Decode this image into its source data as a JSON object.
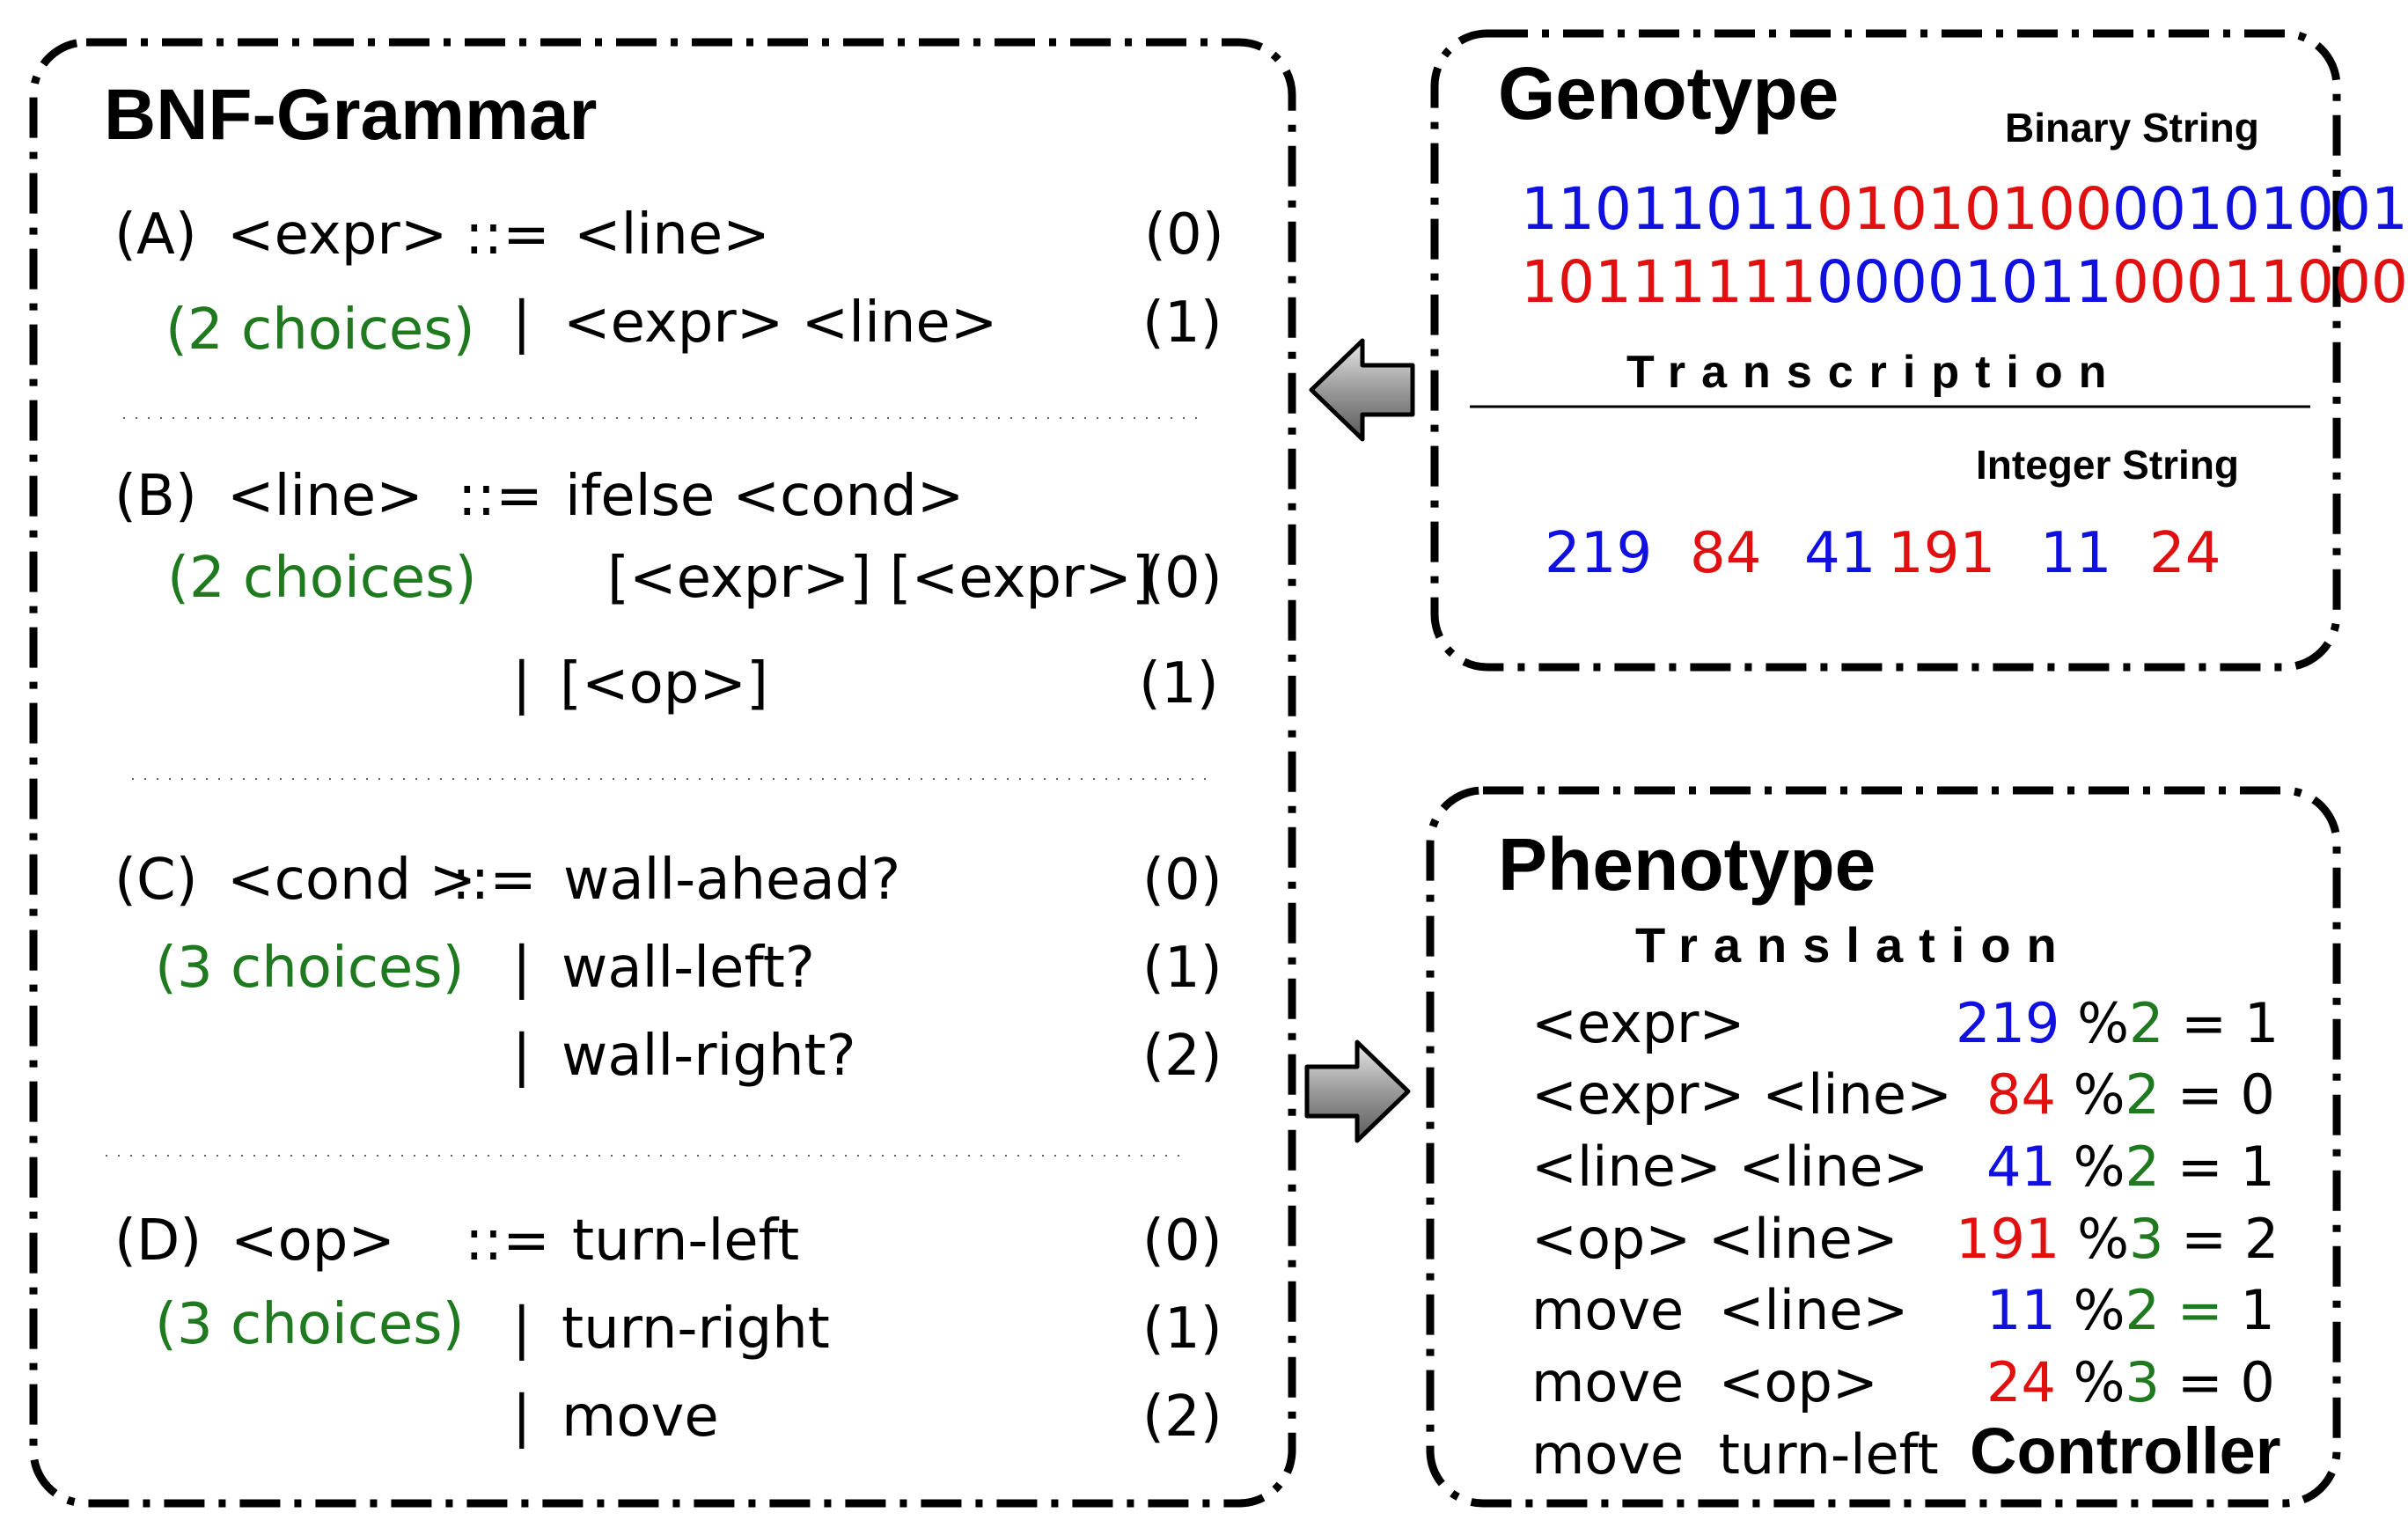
{
  "grammar": {
    "title": "BNF-Grammar",
    "sections": [
      {
        "id": "A",
        "label": "(A)",
        "symbol": "<expr>",
        "define": "::=",
        "choices_note": "(2 choices)",
        "productions": [
          {
            "text": "<line>",
            "index": "(0)"
          },
          {
            "text": "<expr> <line>",
            "index": "(1)"
          }
        ]
      },
      {
        "id": "B",
        "label": "(B)",
        "symbol": "<line>",
        "define": "::=",
        "choices_note": "(2 choices)",
        "productions": [
          {
            "text": "ifelse <cond>",
            "text2": "[<expr>] [<expr>]",
            "index": "(0)"
          },
          {
            "text": "[<op>]",
            "index": "(1)"
          }
        ]
      },
      {
        "id": "C",
        "label": "(C)",
        "symbol": "<cond >",
        "define": "::=",
        "choices_note": "(3 choices)",
        "productions": [
          {
            "text": "wall-ahead?",
            "index": "(0)"
          },
          {
            "text": "wall-left?",
            "index": "(1)"
          },
          {
            "text": "wall-right?",
            "index": "(2)"
          }
        ]
      },
      {
        "id": "D",
        "label": "(D)",
        "symbol": "<op>",
        "define": "::=",
        "choices_note": "(3 choices)",
        "productions": [
          {
            "text": "turn-left",
            "index": "(0)"
          },
          {
            "text": "turn-right",
            "index": "(1)"
          },
          {
            "text": "move",
            "index": "(2)"
          }
        ]
      }
    ],
    "bar": "|"
  },
  "genotype": {
    "title": "Genotype",
    "binary_label": "Binary String",
    "binary_line1": [
      {
        "bits": "11011011",
        "color": "#1010e0"
      },
      {
        "bits": "01010100",
        "color": "#e01010"
      },
      {
        "bits": "00101001",
        "color": "#1010e0"
      }
    ],
    "binary_line2": [
      {
        "bits": "10111111",
        "color": "#e01010"
      },
      {
        "bits": "00001011",
        "color": "#1010e0"
      },
      {
        "bits": "00011000",
        "color": "#e01010"
      }
    ],
    "transcription_label": "Transcription",
    "integer_label": "Integer String",
    "integers": [
      {
        "value": "219",
        "color": "#1010e0"
      },
      {
        "value": "84",
        "color": "#e01010"
      },
      {
        "value": "41",
        "color": "#1010e0"
      },
      {
        "value": "191",
        "color": "#e01010"
      },
      {
        "value": "11",
        "color": "#1010e0"
      },
      {
        "value": "24",
        "color": "#e01010"
      }
    ]
  },
  "phenotype": {
    "title": "Phenotype",
    "translation_label": "Translation",
    "rows": [
      {
        "expr": "<expr>",
        "value": "219",
        "value_color": "#1010e0",
        "mod": "%",
        "divisor": "2",
        "eq": "=",
        "result": "1"
      },
      {
        "expr": "<expr> <line>",
        "value": "84",
        "value_color": "#e01010",
        "mod": "%",
        "divisor": "2",
        "eq": "=",
        "result": "0"
      },
      {
        "expr": "<line> <line>",
        "value": "41",
        "value_color": "#1010e0",
        "mod": "%",
        "divisor": "2",
        "eq": "=",
        "result": "1"
      },
      {
        "expr": "<op> <line>",
        "value": "191",
        "value_color": "#e01010",
        "mod": "%",
        "divisor": "3",
        "eq": "=",
        "result": "2"
      },
      {
        "expr": "move  <line>",
        "value": "11",
        "value_color": "#1010e0",
        "mod": "%",
        "divisor": "2",
        "eq": "=",
        "result": "1"
      },
      {
        "expr": "move  <op>",
        "value": "24",
        "value_color": "#e01010",
        "mod": "%",
        "divisor": "3",
        "eq": "=",
        "result": "0"
      }
    ],
    "final_expr": "move  turn-left",
    "controller_label": "Controller"
  },
  "colors": {
    "choices_green": "#1f7a1f",
    "blue": "#1010e0",
    "red": "#e01010",
    "arrow_gray": "#8a8a8a"
  }
}
